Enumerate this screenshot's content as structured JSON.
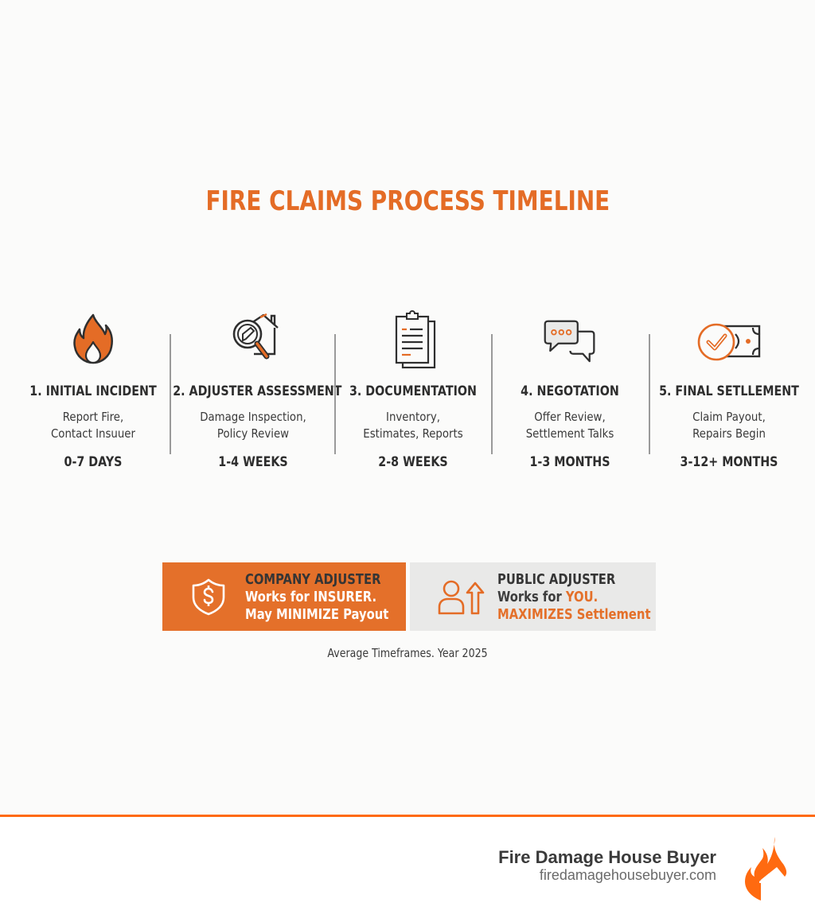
{
  "title": "FIRE CLAIMS PROCESS TIMELINE",
  "colors": {
    "accent": "#e46c26",
    "footer_accent": "#ff6a10",
    "text_dark": "#2d2d2d",
    "public_box_bg": "#e9e9e8",
    "company_box_bg": "#e4702a"
  },
  "steps": [
    {
      "title": "1. INITIAL INCIDENT",
      "desc_line1": "Report Fire,",
      "desc_line2": "Contact Insuuer",
      "duration": "0-7 DAYS",
      "icon": "fire-icon"
    },
    {
      "title": "2. ADJUSTER ASSESSMENT",
      "desc_line1": "Damage Inspection,",
      "desc_line2": "Policy Review",
      "duration": "1-4 WEEKS",
      "icon": "house-magnifier-icon"
    },
    {
      "title": "3. DOCUMENTATION",
      "desc_line1": "Inventory,",
      "desc_line2": "Estimates, Reports",
      "duration": "2-8 WEEKS",
      "icon": "clipboard-icon"
    },
    {
      "title": "4. NEGOTATION",
      "desc_line1": "Offer Review,",
      "desc_line2": "Settlement Talks",
      "duration": "1-3 MONTHS",
      "icon": "chat-bubbles-icon"
    },
    {
      "title": "5. FINAL SETLLEMENT",
      "desc_line1": "Claim Payout,",
      "desc_line2": "Repairs Begin",
      "duration": "3-12+ MONTHS",
      "icon": "check-money-icon"
    }
  ],
  "adjusters": {
    "company": {
      "title": "COMPANY ADJUSTER",
      "line1": "Works for INSURER.",
      "line2": "May MINIMIZE Payout",
      "icon": "shield-dollar-icon"
    },
    "public": {
      "title": "PUBLIC ADJUSTER",
      "line1_prefix": "Works for ",
      "line1_highlight": "YOU.",
      "line2_highlight": "MAXIMIZES",
      "line2_suffix": " Settlement",
      "icon": "person-arrow-up-icon"
    }
  },
  "caption": "Average Timeframes. Year 2025",
  "footer": {
    "brand_name": "Fire Damage House Buyer",
    "brand_url": "firedamagehousebuyer.com",
    "logo": "flame-house-logo"
  }
}
